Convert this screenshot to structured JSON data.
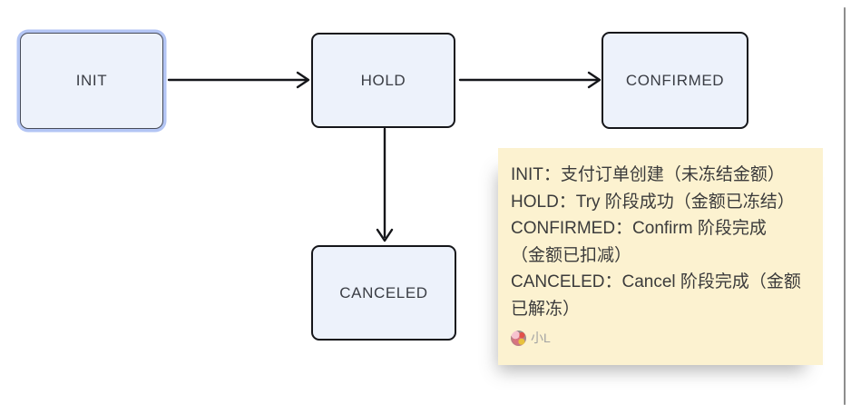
{
  "diagram": {
    "nodes": {
      "init": {
        "label": "INIT",
        "selected": true
      },
      "hold": {
        "label": "HOLD",
        "selected": false
      },
      "confirmed": {
        "label": "CONFIRMED",
        "selected": false
      },
      "canceled": {
        "label": "CANCELED",
        "selected": false
      }
    },
    "edges": [
      {
        "from": "INIT",
        "to": "HOLD"
      },
      {
        "from": "HOLD",
        "to": "CONFIRMED"
      },
      {
        "from": "HOLD",
        "to": "CANCELED"
      }
    ]
  },
  "note": {
    "lines": [
      "INIT：支付订单创建（未冻结金额）",
      "HOLD：Try 阶段成功（金额已冻结）",
      "CONFIRMED：Confirm 阶段完成",
      "（金额已扣减）",
      "CANCELED：Cancel 阶段完成（金额",
      "已解冻）"
    ],
    "author": "小L"
  },
  "colors": {
    "node_fill": "#edf2fb",
    "node_border": "#15161a",
    "selection_glow": "#9ab1f0",
    "note_background": "#fcf2d0",
    "note_text": "#3b3b3b",
    "author_text": "#a3a3a3",
    "divider": "#8d8d8d"
  }
}
